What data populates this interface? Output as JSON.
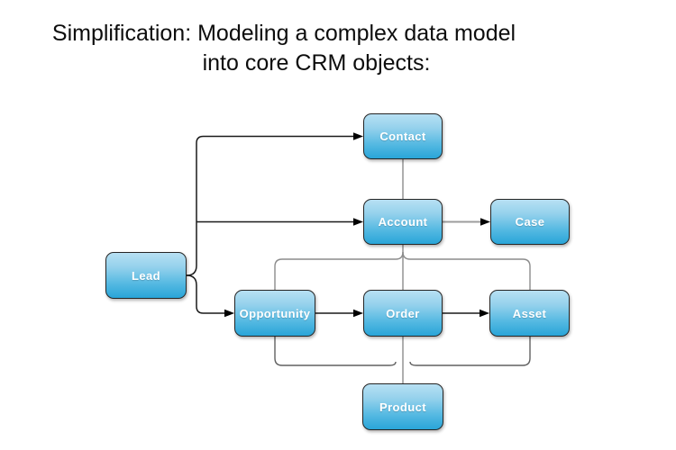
{
  "title": {
    "line1": "Simplification: Modeling a complex data model",
    "line2": "into core CRM objects:"
  },
  "diagram": {
    "nodes": [
      {
        "id": "contact",
        "label": "Contact"
      },
      {
        "id": "account",
        "label": "Account"
      },
      {
        "id": "case",
        "label": "Case"
      },
      {
        "id": "lead",
        "label": "Lead"
      },
      {
        "id": "opportunity",
        "label": "Opportunity"
      },
      {
        "id": "order",
        "label": "Order"
      },
      {
        "id": "asset",
        "label": "Asset"
      },
      {
        "id": "product",
        "label": "Product"
      }
    ],
    "edges": [
      {
        "from": "lead",
        "to": "contact",
        "arrow": true
      },
      {
        "from": "lead",
        "to": "account",
        "arrow": true
      },
      {
        "from": "lead",
        "to": "opportunity",
        "arrow": true
      },
      {
        "from": "contact",
        "to": "account",
        "arrow": false
      },
      {
        "from": "account",
        "to": "case",
        "arrow": true
      },
      {
        "from": "account",
        "to": "opportunity",
        "arrow": false
      },
      {
        "from": "account",
        "to": "order",
        "arrow": false
      },
      {
        "from": "account",
        "to": "asset",
        "arrow": false
      },
      {
        "from": "opportunity",
        "to": "order",
        "arrow": true
      },
      {
        "from": "order",
        "to": "asset",
        "arrow": true
      },
      {
        "from": "opportunity",
        "to": "product",
        "arrow": false
      },
      {
        "from": "order",
        "to": "product",
        "arrow": false
      },
      {
        "from": "asset",
        "to": "product",
        "arrow": false
      }
    ],
    "colors": {
      "node_gradient_top": "#b7e0f3",
      "node_gradient_bottom": "#29a5d8",
      "node_border": "#262626",
      "node_text": "#ffffff",
      "flow_line": "#1a1a1a",
      "association_line": "#8c8c8c",
      "association_line_dark": "#606060",
      "case_line": "#9c9c9c",
      "arrowhead": "#000000"
    }
  }
}
